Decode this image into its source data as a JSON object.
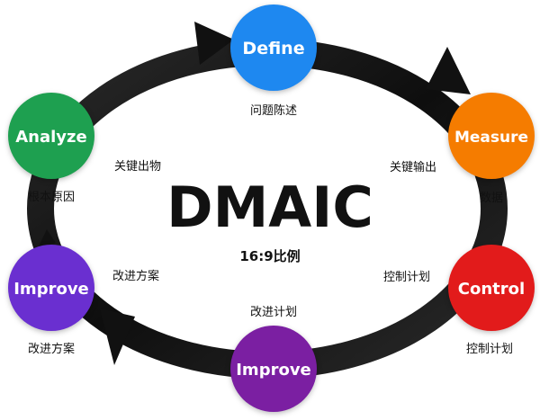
{
  "title": "DMAIC",
  "subtitle": "16:9比例",
  "colors": {
    "ring": "#141414",
    "define": "#1E88F0",
    "measure": "#F57C00",
    "control": "#E21B1B",
    "improve_bottom": "#7B1FA2",
    "improve_left": "#6A2FD0",
    "analyze": "#1EA050"
  },
  "nodes": {
    "define": {
      "label": "Define",
      "icon": "circle-node"
    },
    "measure": {
      "label": "Measure",
      "icon": "circle-node"
    },
    "control": {
      "label": "Control",
      "icon": "circle-node"
    },
    "improve_bottom": {
      "label": "Improve",
      "icon": "circle-node"
    },
    "improve_left": {
      "label": "Improve",
      "icon": "circle-node"
    },
    "analyze": {
      "label": "Analyze",
      "icon": "circle-node"
    }
  },
  "captions": {
    "define_below": "问题陈述",
    "measure_inner": "关键输出",
    "measure_below": "数据",
    "control_inner": "控制计划",
    "control_below": "控制计划",
    "improve_bottom_above": "改进计划",
    "improve_left_inner": "改进方案",
    "improve_left_below": "改进方案",
    "analyze_inner": "关键出物",
    "analyze_below": "根本原因"
  }
}
